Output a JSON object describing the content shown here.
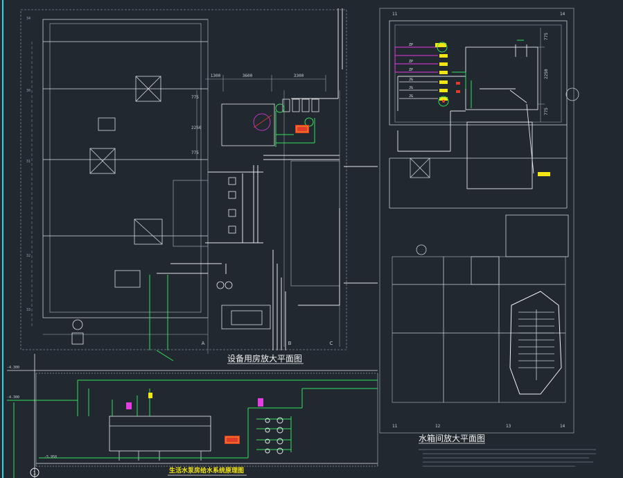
{
  "titles": {
    "equipment_room": "设备用房放大平面图",
    "tank_room": "水箱间放大平面图",
    "system_diagram": "生活水泵房给水系统原理图"
  },
  "dimensions_top": [
    "1300",
    "3600",
    "3300"
  ],
  "dimensions_side": [
    "775",
    "2250",
    "775"
  ],
  "dimensions_tank_side": [
    "775",
    "2250",
    "775"
  ],
  "grid_bottom_left": [
    "A",
    "B",
    "C"
  ],
  "grid_top_right": [
    "11",
    "14"
  ],
  "grid_bottom_right": [
    "11",
    "12",
    "13",
    "14"
  ],
  "grid_left_axis": [
    "30",
    "31",
    "32",
    "33",
    "34"
  ],
  "pipe_labels_magenta": [
    "ZP",
    "ZP",
    "ZP"
  ],
  "pipe_labels_white": [
    "JG",
    "JG",
    "JG"
  ],
  "level_marks": [
    "-4.300",
    "-4.300",
    "-5.950"
  ],
  "node_marker": "1",
  "colors": {
    "background": "#212830",
    "line": "#d7dde3",
    "dim": "#9aa3ac",
    "green": "#33e05a",
    "magenta": "#e23ee0",
    "yellow": "#f3e514",
    "red": "#e23a2b",
    "cyan": "#2bd3e8",
    "title": "#f3f3f3"
  }
}
